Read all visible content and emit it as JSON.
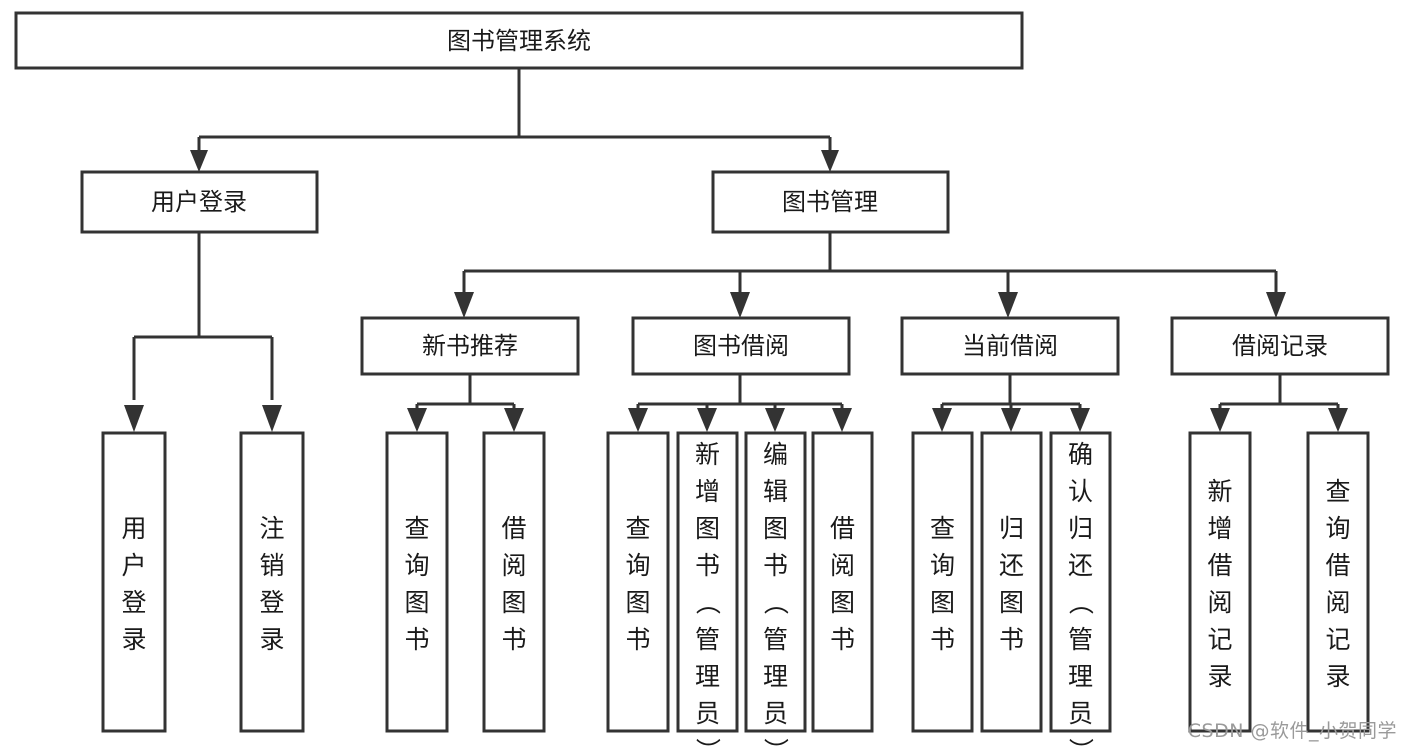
{
  "diagram": {
    "title": "图书管理系统",
    "watermark": "CSDN @软件_小贺同学",
    "colors": {
      "stroke": "#333333",
      "fill": "#ffffff",
      "text": "#1a1a1a",
      "watermark": "#9a9a9a"
    },
    "root": {
      "label": "图书管理系统"
    },
    "level2": [
      {
        "label": "用户登录"
      },
      {
        "label": "图书管理"
      }
    ],
    "level3": [
      {
        "label": "新书推荐"
      },
      {
        "label": "图书借阅"
      },
      {
        "label": "当前借阅"
      },
      {
        "label": "借阅记录"
      }
    ],
    "leaves": [
      {
        "label": "用户登录"
      },
      {
        "label": "注销登录"
      },
      {
        "label": "查询图书"
      },
      {
        "label": "借阅图书"
      },
      {
        "label": "查询图书"
      },
      {
        "label": "新增图书（管理员）"
      },
      {
        "label": "编辑图书（管理员）"
      },
      {
        "label": "借阅图书"
      },
      {
        "label": "查询图书"
      },
      {
        "label": "归还图书"
      },
      {
        "label": "确认归还（管理员）"
      },
      {
        "label": "新增借阅记录"
      },
      {
        "label": "查询借阅记录"
      }
    ]
  }
}
